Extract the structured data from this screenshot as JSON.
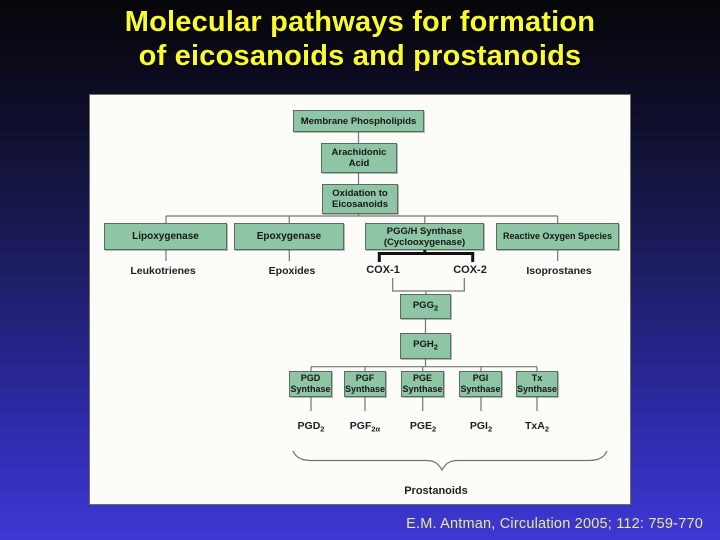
{
  "slide": {
    "title_line1": "Molecular pathways for formation",
    "title_line2": "of eicosanoids and prostanoids",
    "citation": "E.M. Antman, Circulation 2005; 112: 759-770"
  },
  "colors": {
    "background_top": "#060609",
    "background_bottom": "#3e38d4",
    "title_yellow": "#fafa30",
    "citation_yellow": "#e9e98f",
    "panel_background": "#fcfcf9",
    "box_fill_green": "#8ec5a5",
    "box_border": "#5a6b60",
    "connector_gray": "#757575",
    "text_dark": "#1c1c1c"
  },
  "diagram": {
    "top_chain": [
      {
        "lines": [
          "Membrane Phospholipids"
        ]
      },
      {
        "lines": [
          "Arachidonic",
          "Acid"
        ]
      },
      {
        "lines": [
          "Oxidation to",
          "Eicosanoids"
        ]
      }
    ],
    "branch_enzymes": [
      {
        "lines": [
          "Lipoxygenase"
        ]
      },
      {
        "lines": [
          "Epoxygenase"
        ]
      },
      {
        "lines": [
          "PGG/H Synthase",
          "(Cyclooxygenase)"
        ]
      },
      {
        "lines": [
          "Reactive Oxygen Species"
        ]
      }
    ],
    "branch_products": [
      "Leukotrienes",
      "Epoxides",
      "Isoprostanes"
    ],
    "cox_isoforms": [
      "COX-1",
      "COX-2"
    ],
    "intermediates": [
      {
        "main": "PGG",
        "sub": "2"
      },
      {
        "main": "PGH",
        "sub": "2"
      }
    ],
    "synthases": [
      {
        "lines": [
          "PGD",
          "Synthase"
        ]
      },
      {
        "lines": [
          "PGF",
          "Synthase"
        ]
      },
      {
        "lines": [
          "PGE",
          "Synthase"
        ]
      },
      {
        "lines": [
          "PGI",
          "Synthase"
        ]
      },
      {
        "lines": [
          "Tx",
          "Synthase"
        ]
      }
    ],
    "final_products": [
      {
        "main": "PGD",
        "sub": "2"
      },
      {
        "main": "PGF",
        "sub": "2α"
      },
      {
        "main": "PGE",
        "sub": "2"
      },
      {
        "main": "PGI",
        "sub": "2"
      },
      {
        "main": "TxA",
        "sub": "2"
      }
    ],
    "group_label": "Prostanoids"
  }
}
